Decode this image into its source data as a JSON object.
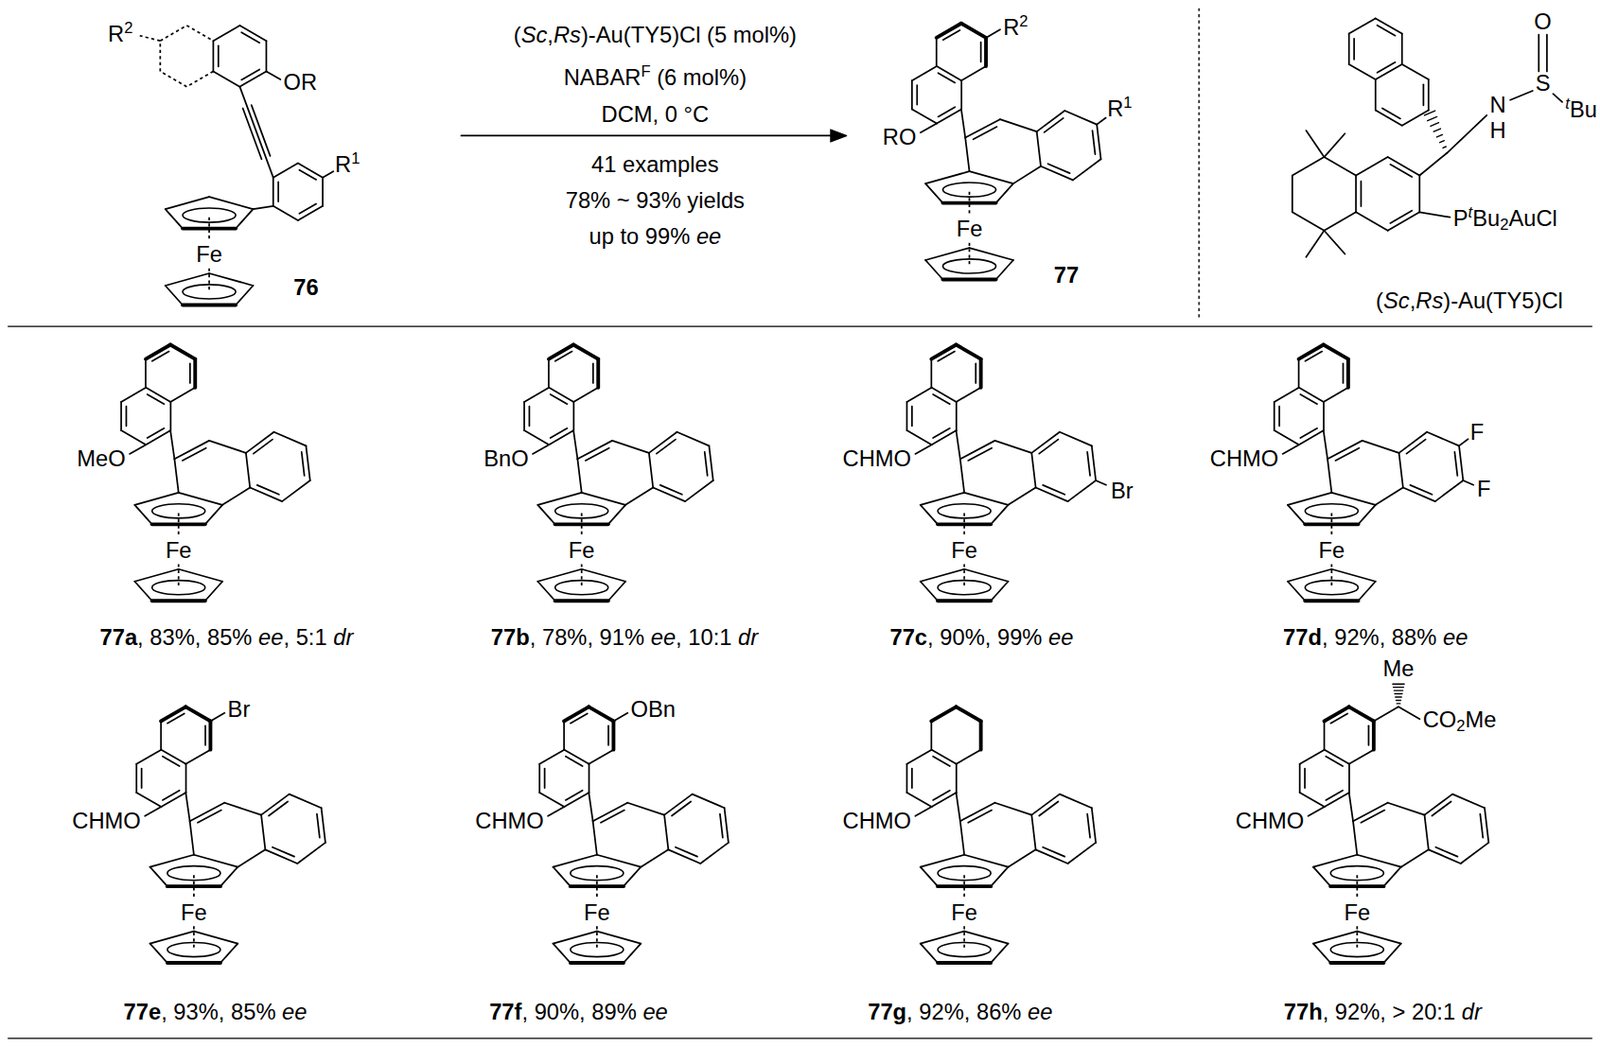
{
  "diagram": {
    "labels": [
      "R2",
      "OR",
      "R1",
      "Fe",
      "76",
      "(Sc,Rs)-Au(TY5)Cl (5 mol%)",
      "NABARF (6 mol%)",
      "DCM, 0 °C",
      "41 examples",
      "78% ~ 93% yields",
      "up to 99% ee",
      "R2",
      "RO",
      "R1",
      "Fe",
      "77",
      "O",
      "S",
      "tBu",
      "N",
      "H",
      "PtBu2AuCl",
      "(Sc,Rs)-Au(TY5)Cl",
      "MeO",
      "Fe",
      "77a, 83%, 85% ee, 5:1 dr",
      "BnO",
      "Fe",
      "77b, 78%, 91% ee, 10:1 dr",
      "CHMO",
      "Br",
      "Fe",
      "77c, 90%, 99% ee",
      "CHMO",
      "F",
      "F",
      "Fe",
      "77d, 92%, 88% ee",
      "Br",
      "CHMO",
      "Fe",
      "77e, 93%, 85% ee",
      "OBn",
      "CHMO",
      "Fe",
      "77f, 90%, 89% ee",
      "CHMO",
      "Fe",
      "77g, 92%, 86% ee",
      "Me",
      "CO2Me",
      "CHMO",
      "Fe",
      "77h, 92%, > 20:1 dr"
    ]
  }
}
